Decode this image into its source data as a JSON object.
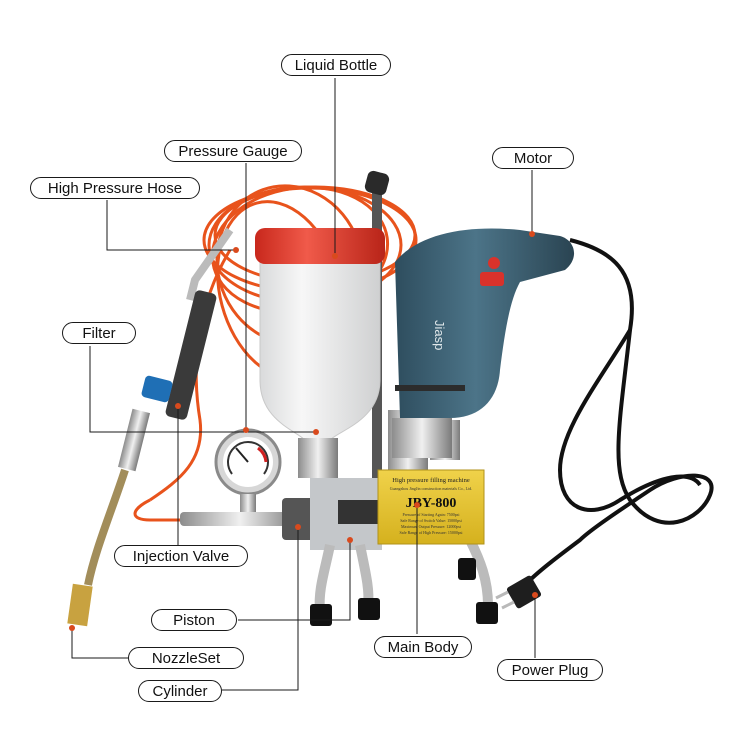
{
  "labels": {
    "liquid_bottle": "Liquid Bottle",
    "pressure_gauge": "Pressure Gauge",
    "high_pressure_hose": "High Pressure Hose",
    "motor": "Motor",
    "filter": "Filter",
    "injection_valve": "Injection Valve",
    "piston": "Piston",
    "main_body": "Main Body",
    "nozzle_set": "NozzleSet",
    "power_plug": "Power Plug",
    "cylinder": "Cylinder"
  },
  "plate": {
    "heading": "High pressure filling machine",
    "company": "Guangzhou JingJin construction materials Co., Ltd.",
    "model": "JBY-800",
    "spec_1": "Pressure of Starting Again: 7500psi",
    "spec_2": "Safe Range of Switch Value: 15000psi",
    "spec_3": "Maximum Output Pressure: 12000psi",
    "spec_4": "Safe Range of High Pressure: 15000psi"
  },
  "drill_brand": "Jiasp",
  "colors": {
    "hose": "#e8531c",
    "bottle_cap": "#e53a2c",
    "motor_body": "#3e6478",
    "plate": "#e3c12b",
    "leader_line": "#1a1a1a"
  }
}
